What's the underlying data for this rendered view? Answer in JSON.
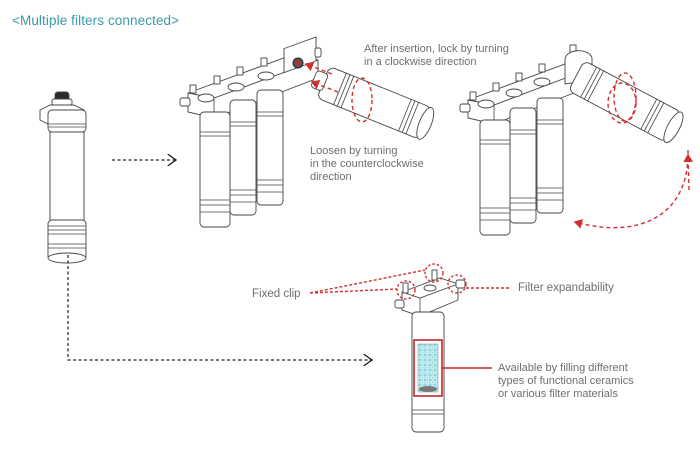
{
  "title": "<Multiple filters connected>",
  "annotations": {
    "lock_instruction": [
      "After insertion, lock by turning",
      "in a clockwise direction"
    ],
    "loosen_instruction": [
      "Loosen by turning",
      "in the counterclockwise",
      "direction"
    ],
    "fixed_clip": "Fixed clip",
    "filter_expandability": "Filter expandability",
    "filling_note": [
      "Available by filling different",
      "types of functional ceramics",
      "or various filter materials"
    ]
  },
  "colors": {
    "title": "#3a9aa6",
    "accent_red": "#d32f2f",
    "label_gray": "#6e6e6e",
    "media_cyan": "#7fd3dd"
  },
  "figures": [
    {
      "id": "single-cartridge",
      "description": "Single filter cartridge"
    },
    {
      "id": "three-filter-assembly-insertion",
      "description": "Three-filter manifold with fourth cartridge being inserted"
    },
    {
      "id": "four-filter-assembly-rotated",
      "description": "Four-filter manifold with cartridge rotated into position"
    },
    {
      "id": "single-filter-housing",
      "description": "Single filter with head, showing filter media cutaway"
    }
  ]
}
